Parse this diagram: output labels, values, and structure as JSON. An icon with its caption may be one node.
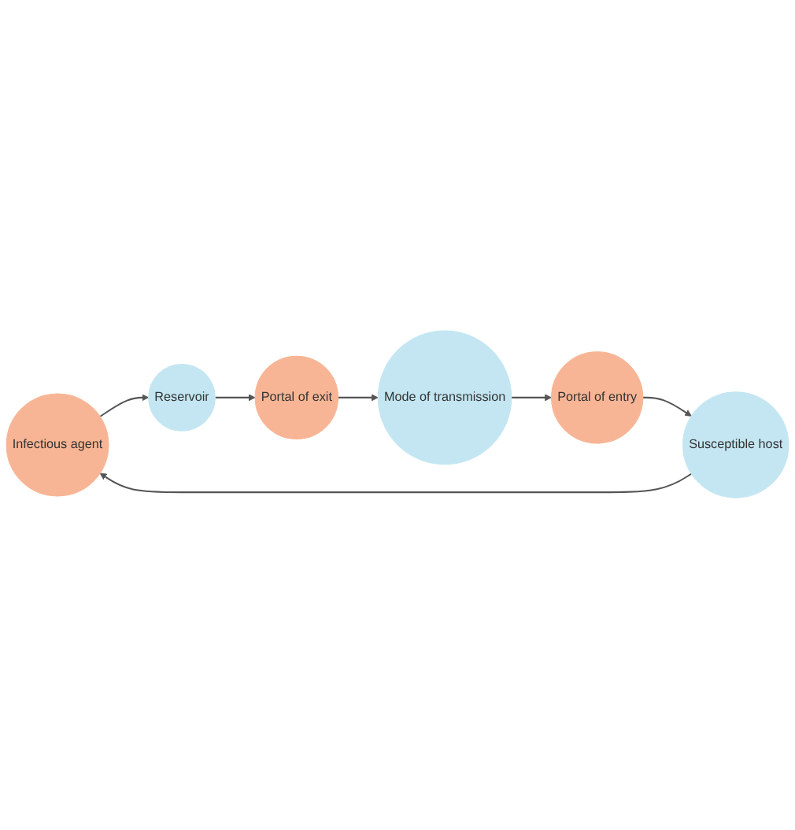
{
  "diagram": {
    "nodes": [
      {
        "text": [
          "Infectious agent"
        ]
      },
      {
        "text": [
          "Reservoir"
        ]
      },
      {
        "text": [
          "Portal of exit"
        ]
      },
      {
        "text": [
          "Mode of transmission"
        ]
      },
      {
        "text": [
          "Portal of entry"
        ]
      },
      {
        "text": [
          "Susceptible host"
        ]
      }
    ],
    "edges": [
      {
        "from": 0,
        "to": 1,
        "arrow": "to"
      },
      {
        "from": 1,
        "to": 2,
        "arrow": "to"
      },
      {
        "from": 2,
        "to": 3,
        "arrow": "to"
      },
      {
        "from": 3,
        "to": 4,
        "arrow": "to"
      },
      {
        "from": 4,
        "to": 5,
        "arrow": "to"
      },
      {
        "from": 5,
        "to": 0,
        "arrow": "to"
      }
    ]
  }
}
